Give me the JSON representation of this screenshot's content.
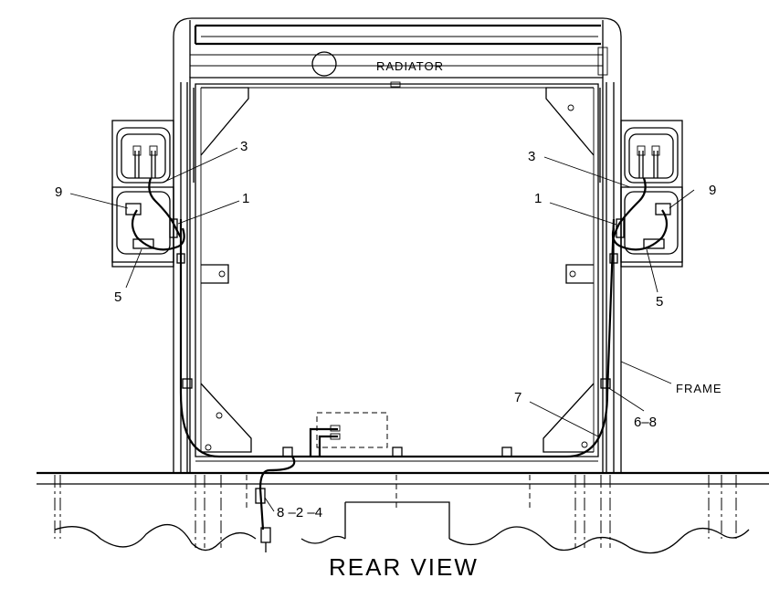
{
  "labels": {
    "radiator": "RADIATOR",
    "frame": "FRAME",
    "view_title": "REAR VIEW",
    "callout_3_left": "3",
    "callout_3_right": "3",
    "callout_9_left": "9",
    "callout_9_right": "9",
    "callout_1_left": "1",
    "callout_1_right": "1",
    "callout_5_left": "5",
    "callout_5_right": "5",
    "callout_7": "7",
    "callout_6_8": "6–8",
    "callout_8_2_4": "8 –2 –4"
  }
}
